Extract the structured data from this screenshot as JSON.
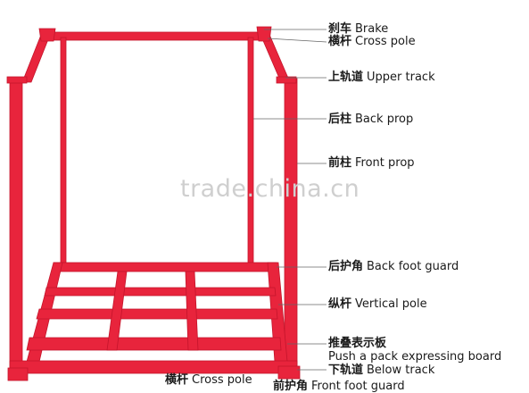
{
  "colors": {
    "frame": "#e8243c",
    "frame_dark": "#c4142b",
    "leader": "#666666",
    "text": "#1a1a1a",
    "watermark": "#cfcfcf"
  },
  "watermark": "trade.china.cn",
  "labels": [
    {
      "id": "brake",
      "zh": "刹车",
      "en": "Brake"
    },
    {
      "id": "cross-pole-top",
      "zh": "横杆",
      "en": "Cross pole"
    },
    {
      "id": "upper-track",
      "zh": "上轨道",
      "en": "Upper track"
    },
    {
      "id": "back-prop",
      "zh": "后柱",
      "en": "Back prop"
    },
    {
      "id": "front-prop",
      "zh": "前柱",
      "en": "Front prop"
    },
    {
      "id": "back-foot-guard",
      "zh": "后护角",
      "en": "Back foot guard"
    },
    {
      "id": "vertical-pole",
      "zh": "纵杆",
      "en": "Vertical pole"
    },
    {
      "id": "push-pack-board",
      "zh": "推叠表示板",
      "en": "Push a pack expressing board"
    },
    {
      "id": "below-track",
      "zh": "下轨道",
      "en": "Below track"
    },
    {
      "id": "cross-pole-bottom",
      "zh": "横杆",
      "en": "Cross pole"
    },
    {
      "id": "front-foot-guard",
      "zh": "前护角",
      "en": "Front foot guard"
    }
  ]
}
